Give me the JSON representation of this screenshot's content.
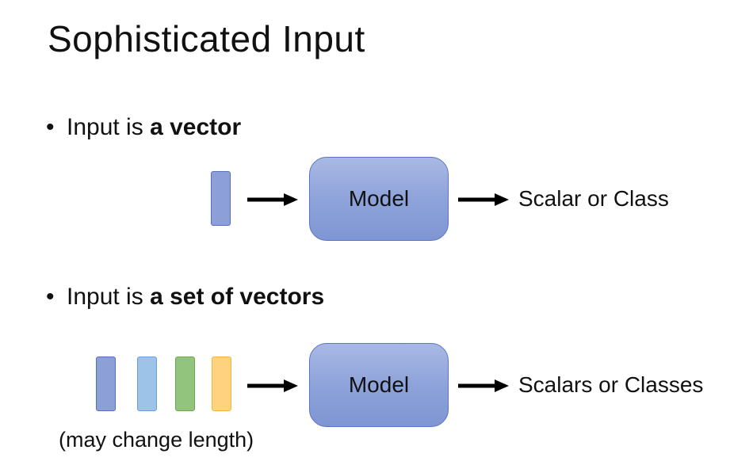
{
  "title": "Sophisticated Input",
  "bullets": [
    {
      "prefix": "Input is ",
      "emphasis": "a vector"
    },
    {
      "prefix": "Input is ",
      "emphasis": "a set of vectors"
    }
  ],
  "row1": {
    "model_label": "Model",
    "output_label": "Scalar or Class",
    "vectors": [
      {
        "fill": "#8c9fd6",
        "border": "#5670bf"
      }
    ]
  },
  "row2": {
    "model_label": "Model",
    "output_label": "Scalars or Classes",
    "vectors": [
      {
        "fill": "#8c9fd6",
        "border": "#5670bf"
      },
      {
        "fill": "#9dc3e8",
        "border": "#6a9fd6"
      },
      {
        "fill": "#93c47d",
        "border": "#6aa84f"
      },
      {
        "fill": "#ffd27f",
        "border": "#f4b43c"
      }
    ],
    "caption": "(may change length)"
  },
  "colors": {
    "model_fill": "#8ea3da",
    "model_border": "#5a74c4",
    "arrow": "#000000"
  }
}
